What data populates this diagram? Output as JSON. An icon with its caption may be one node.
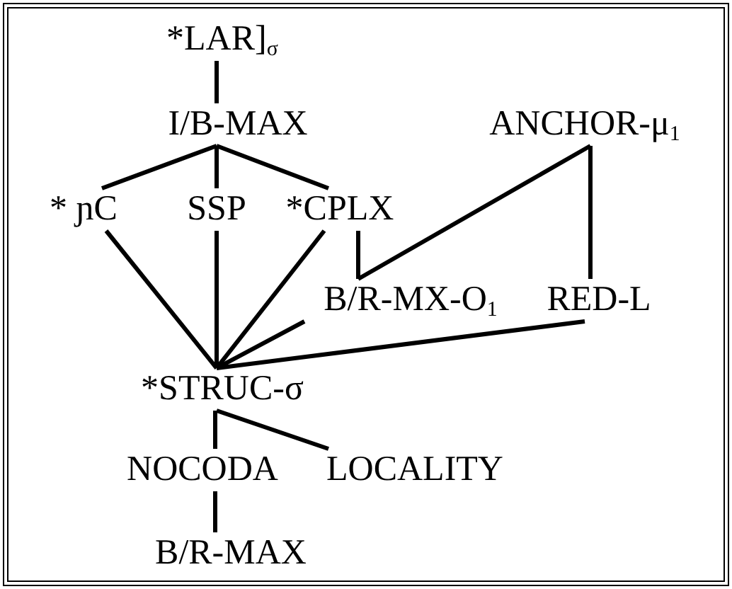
{
  "diagram": {
    "nodes": [
      {
        "text": [
          "*LAR]$_{σ}$"
        ]
      },
      {
        "text": [
          "I/B-MAX"
        ]
      },
      {
        "text": [
          "ANCHOR-μ$_{1}$"
        ]
      },
      {
        "text": [
          "* ɲC"
        ]
      },
      {
        "text": [
          "SSP"
        ]
      },
      {
        "text": [
          "*CPLX"
        ]
      },
      {
        "text": [
          "B/R-MX-O$_{1}$"
        ]
      },
      {
        "text": [
          "RED-L"
        ]
      },
      {
        "text": [
          "*STRUC-σ"
        ]
      },
      {
        "text": [
          "NOCODA"
        ]
      },
      {
        "text": [
          "LOCALITY"
        ]
      },
      {
        "text": [
          "B/R-MAX"
        ]
      }
    ],
    "edges": [
      {
        "from": 0,
        "to": 1,
        "arrow": "none"
      },
      {
        "from": 1,
        "to": 3,
        "arrow": "none"
      },
      {
        "from": 1,
        "to": 4,
        "arrow": "none"
      },
      {
        "from": 1,
        "to": 5,
        "arrow": "none"
      },
      {
        "from": 2,
        "to": 6,
        "arrow": "none"
      },
      {
        "from": 5,
        "to": 6,
        "arrow": "none"
      },
      {
        "from": 2,
        "to": 7,
        "arrow": "none"
      },
      {
        "from": 3,
        "to": 8,
        "arrow": "none"
      },
      {
        "from": 4,
        "to": 8,
        "arrow": "none"
      },
      {
        "from": 5,
        "to": 8,
        "arrow": "none"
      },
      {
        "from": 6,
        "to": 8,
        "arrow": "none"
      },
      {
        "from": 7,
        "to": 8,
        "arrow": "none"
      },
      {
        "from": 8,
        "to": 9,
        "arrow": "none"
      },
      {
        "from": 8,
        "to": 10,
        "arrow": "none"
      },
      {
        "from": 9,
        "to": 11,
        "arrow": "none"
      }
    ]
  }
}
